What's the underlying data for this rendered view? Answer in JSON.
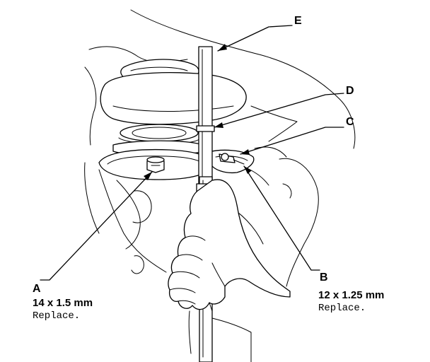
{
  "callouts": {
    "a": {
      "letter": "A",
      "size": "14 x 1.5 mm",
      "note": "Replace."
    },
    "b": {
      "letter": "B",
      "size": "12 x 1.25 mm",
      "note": "Replace."
    },
    "c": {
      "letter": "C"
    },
    "d": {
      "letter": "D"
    },
    "e": {
      "letter": "E"
    }
  },
  "colors": {
    "line": "#000000",
    "background": "#ffffff"
  }
}
